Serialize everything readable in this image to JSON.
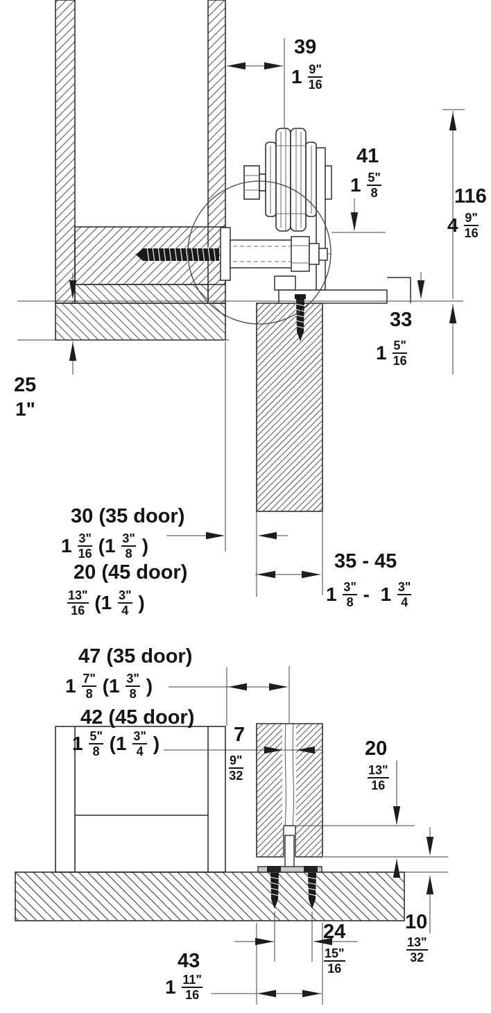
{
  "colors": {
    "line": "#2e2e2e",
    "hatch": "#555555",
    "text": "#141414",
    "background": "#ffffff"
  },
  "views": {
    "upper": "horizontal cross-section of wall, track roller and door top",
    "lower": "vertical cross-section of wall, door bottom groove, floor guide and floor"
  },
  "dims": {
    "d39": {
      "mm": "39",
      "in": [
        {
          "t": "1 "
        },
        {
          "n": "9\"",
          "d": "16"
        }
      ]
    },
    "d41": {
      "mm": "41",
      "in": [
        {
          "t": "1 "
        },
        {
          "n": "5\"",
          "d": "8"
        }
      ]
    },
    "d116": {
      "mm": "116",
      "in": [
        {
          "t": "4 "
        },
        {
          "n": "9\"",
          "d": "16"
        }
      ]
    },
    "d33": {
      "mm": "33",
      "in": [
        {
          "t": "1 "
        },
        {
          "n": "5\"",
          "d": "16"
        }
      ]
    },
    "d25": {
      "mm": "25",
      "in": [
        {
          "t": "1\""
        }
      ]
    },
    "d30": {
      "mm": "30 (35 door)",
      "in": [
        {
          "t": "1 "
        },
        {
          "n": "3\"",
          "d": "16"
        },
        {
          "t": " (1 "
        },
        {
          "n": "3\"",
          "d": "8"
        },
        {
          "t": " )"
        }
      ]
    },
    "d20a": {
      "mm": "20 (45 door)",
      "in": [
        {
          "n": "13\"",
          "d": "16"
        },
        {
          "t": " (1 "
        },
        {
          "n": "3\"",
          "d": "4"
        },
        {
          "t": " )"
        }
      ]
    },
    "d3545": {
      "mm": "35 - 45",
      "in": [
        {
          "t": "1 "
        },
        {
          "n": "3\"",
          "d": "8"
        },
        {
          "t": " -  1 "
        },
        {
          "n": "3\"",
          "d": "4"
        }
      ]
    },
    "d47": {
      "mm": "47 (35 door)",
      "in": [
        {
          "t": "1 "
        },
        {
          "n": "7\"",
          "d": "8"
        },
        {
          "t": " (1 "
        },
        {
          "n": "3\"",
          "d": "8"
        },
        {
          "t": " )"
        }
      ]
    },
    "d42": {
      "mm": "42 (45 door)",
      "in": [
        {
          "t": "1 "
        },
        {
          "n": "5\"",
          "d": "8"
        },
        {
          "t": " (1 "
        },
        {
          "n": "3\"",
          "d": "4"
        },
        {
          "t": " )"
        }
      ]
    },
    "d7": {
      "mm": "7",
      "in": [
        {
          "n": "9\"",
          "d": "32"
        }
      ]
    },
    "d20b": {
      "mm": "20",
      "in": [
        {
          "n": "13\"",
          "d": "16"
        }
      ]
    },
    "d24": {
      "mm": "24",
      "in": [
        {
          "n": "15\"",
          "d": "16"
        }
      ]
    },
    "d10": {
      "mm": "10",
      "in": [
        {
          "n": "13\"",
          "d": "32"
        }
      ]
    },
    "d43": {
      "mm": "43",
      "in": [
        {
          "t": "1 "
        },
        {
          "n": "11\"",
          "d": "16"
        }
      ]
    }
  }
}
